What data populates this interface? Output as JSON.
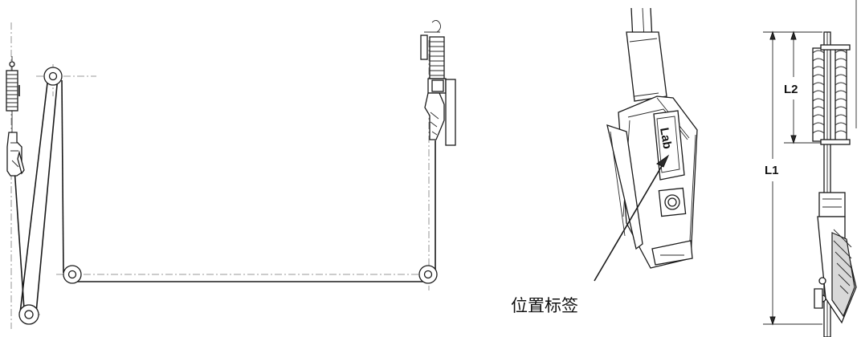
{
  "labels": {
    "position_tag": "位置标签",
    "tag_lettering": "Lab",
    "dimension_l1": "L1",
    "dimension_l2": "L2"
  },
  "icons": [
    "pulley-icon",
    "spring-icon",
    "clamp-icon",
    "tension-spring-assembly-icon"
  ]
}
